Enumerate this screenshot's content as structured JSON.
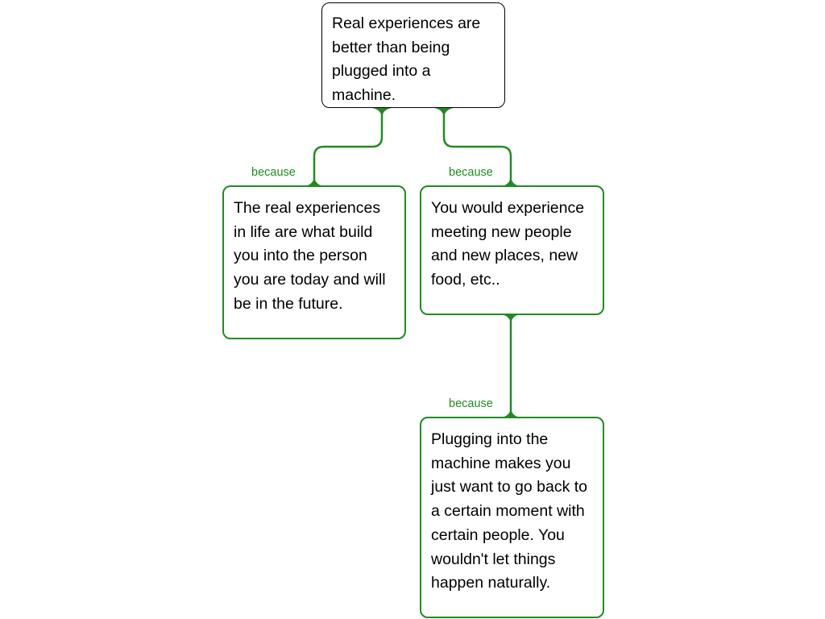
{
  "root": {
    "text": "Real experiences are better than being plugged into a machine."
  },
  "reasons": [
    {
      "label": "because",
      "text": "The real experiences in life are what build you into the person you are today and will be in the future."
    },
    {
      "label": "because",
      "text": "You would experience meeting new people and new places, new food, etc.."
    },
    {
      "label": "because",
      "text": "Plugging into the machine makes you just want to go back to a certain moment with certain people. You wouldn't let things happen naturally."
    }
  ],
  "colors": {
    "connector": "#228b22",
    "root_border": "#000000"
  }
}
